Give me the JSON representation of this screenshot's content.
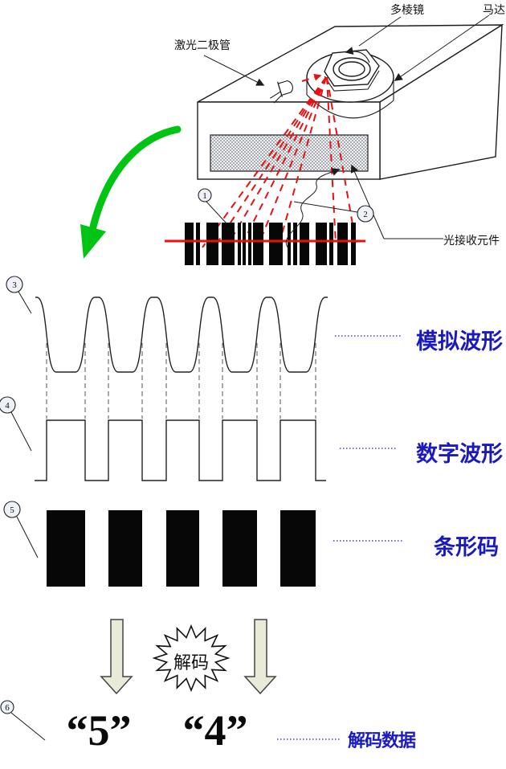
{
  "scanner": {
    "labels": {
      "laser_diode": "激光二极管",
      "polygon_mirror": "多棱镜",
      "motor": "马达",
      "photo_receiver": "光接收元件"
    }
  },
  "stages": {
    "analog": "模拟波形",
    "digital": "数字波形",
    "barcode": "条形码",
    "decoded": "解码数据"
  },
  "decode": {
    "burst": "解码",
    "result_left": "“5”",
    "result_right": "“4”"
  },
  "callouts": {
    "n1": "1",
    "n2": "2",
    "n3": "3",
    "n4": "4",
    "n5": "5",
    "n6": "6"
  },
  "waveform": {
    "edges": [
      58,
      106,
      135,
      177,
      207,
      248,
      277,
      320,
      349,
      393
    ]
  },
  "top_barcode": {
    "bars": [
      [
        230,
        11
      ],
      [
        244,
        5
      ],
      [
        257,
        15
      ],
      [
        276,
        16
      ],
      [
        296,
        4
      ],
      [
        302,
        4
      ],
      [
        309,
        4
      ],
      [
        315,
        13
      ],
      [
        335,
        17
      ],
      [
        358,
        4
      ],
      [
        365,
        5
      ],
      [
        373,
        12
      ],
      [
        393,
        14
      ],
      [
        410,
        5
      ],
      [
        420,
        13
      ],
      [
        437,
        6
      ]
    ]
  },
  "colors": {
    "laser": "#e81010",
    "green": "#00c414",
    "blue": "#1a1abe",
    "cream": "#e9ebd8"
  }
}
